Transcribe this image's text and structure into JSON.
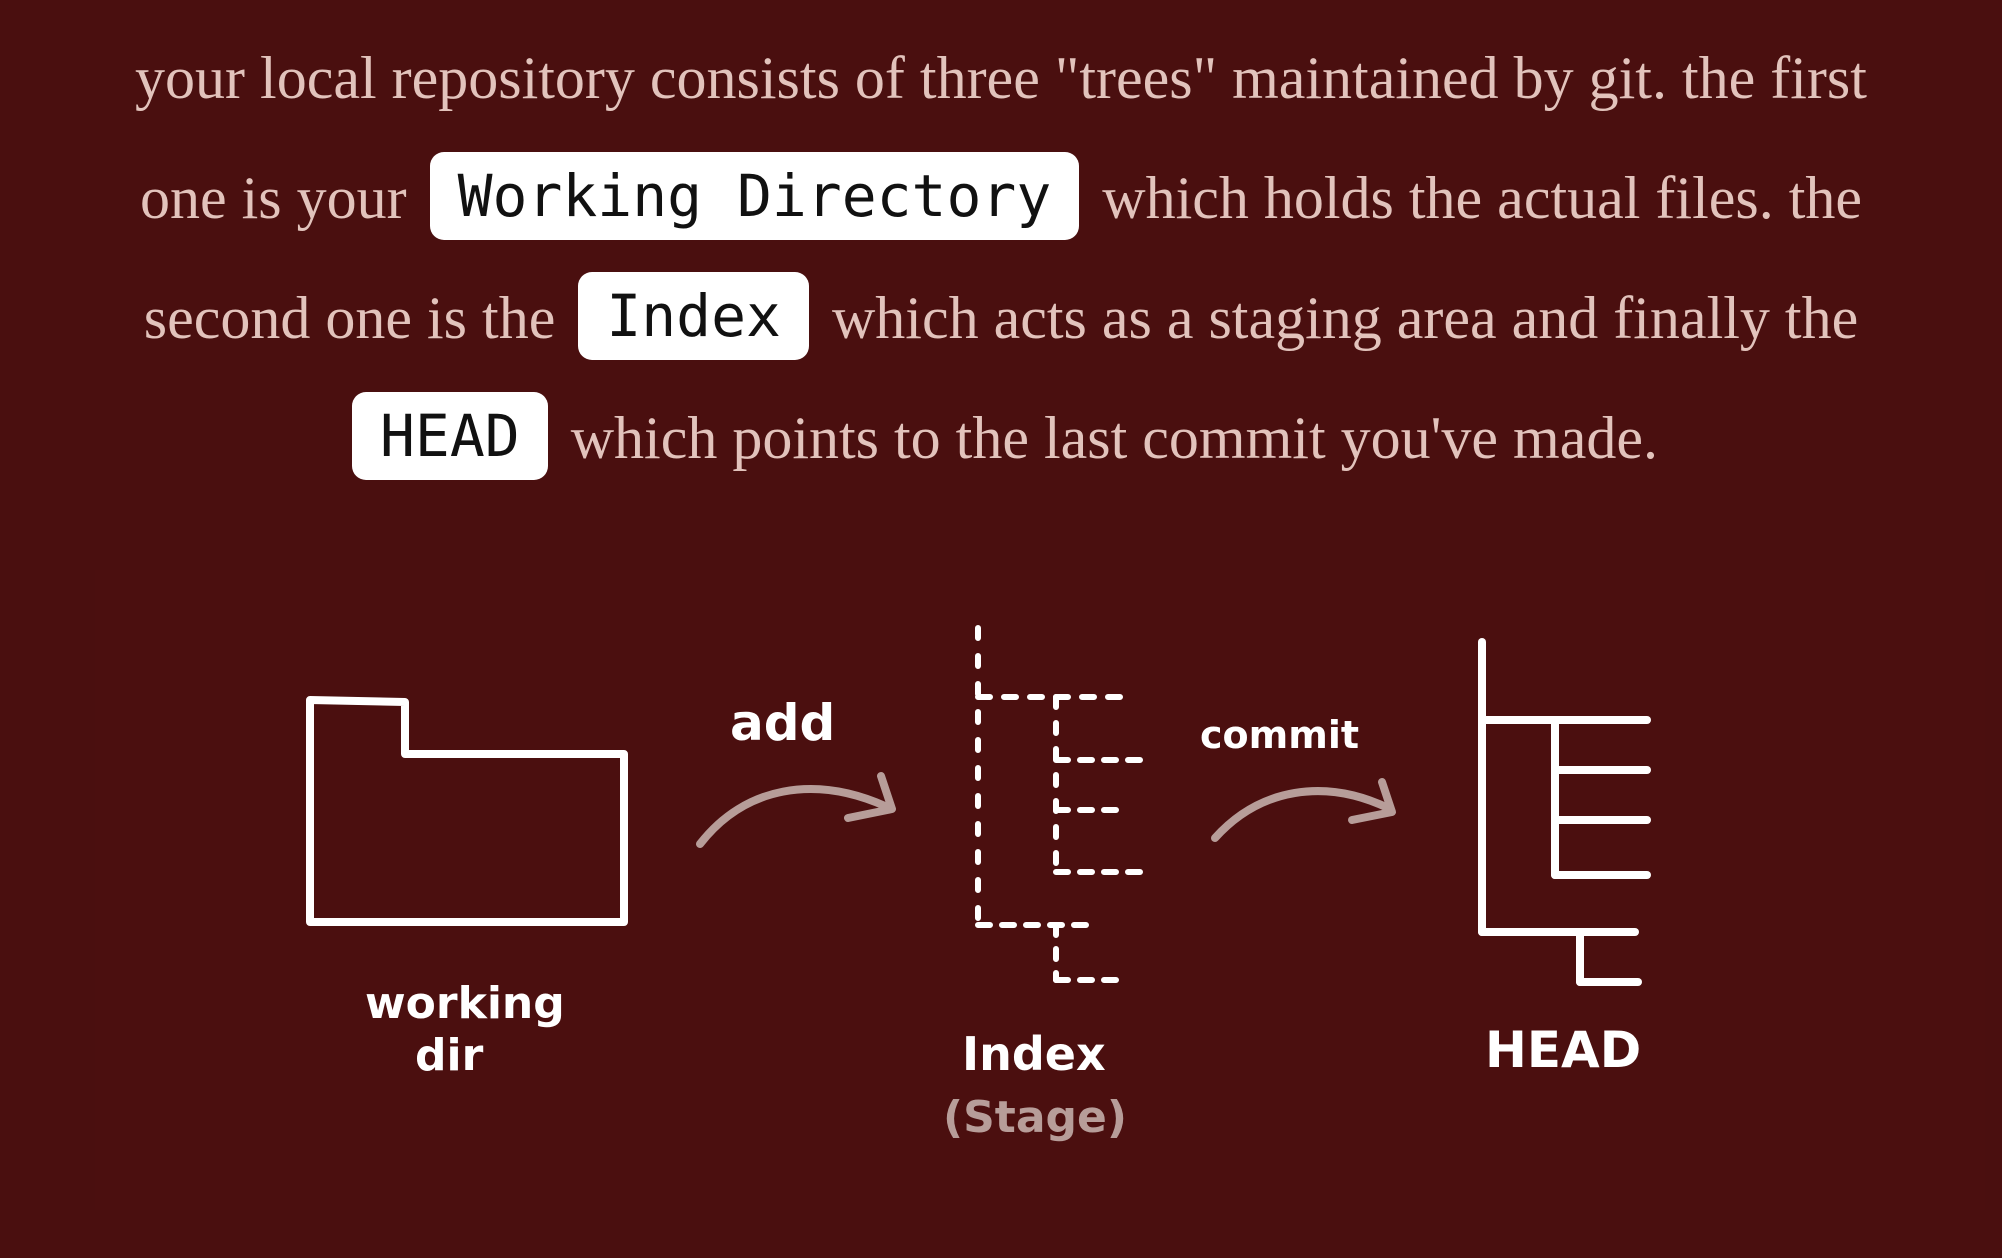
{
  "intro": {
    "line1": "your local repository consists of three \"trees\" maintained by git. the first",
    "line2_before": "one is your",
    "code_working_directory": "Working Directory",
    "line2_after": "which holds the actual files. the",
    "line3_before": "second one is the",
    "code_index": "Index",
    "line3_after": "which acts as a staging area and finally the",
    "code_head": "HEAD",
    "line4_after": "which points to the last commit you've made."
  },
  "diagram": {
    "working_dir_line1": "working",
    "working_dir_line2": "dir",
    "add_label": "add",
    "commit_label": "commit",
    "index_label": "Index",
    "stage_label": "(Stage)",
    "head_label": "HEAD",
    "colors": {
      "stroke": "#ffffff",
      "arrow": "#b79d99",
      "background": "#4a0f0f"
    }
  }
}
